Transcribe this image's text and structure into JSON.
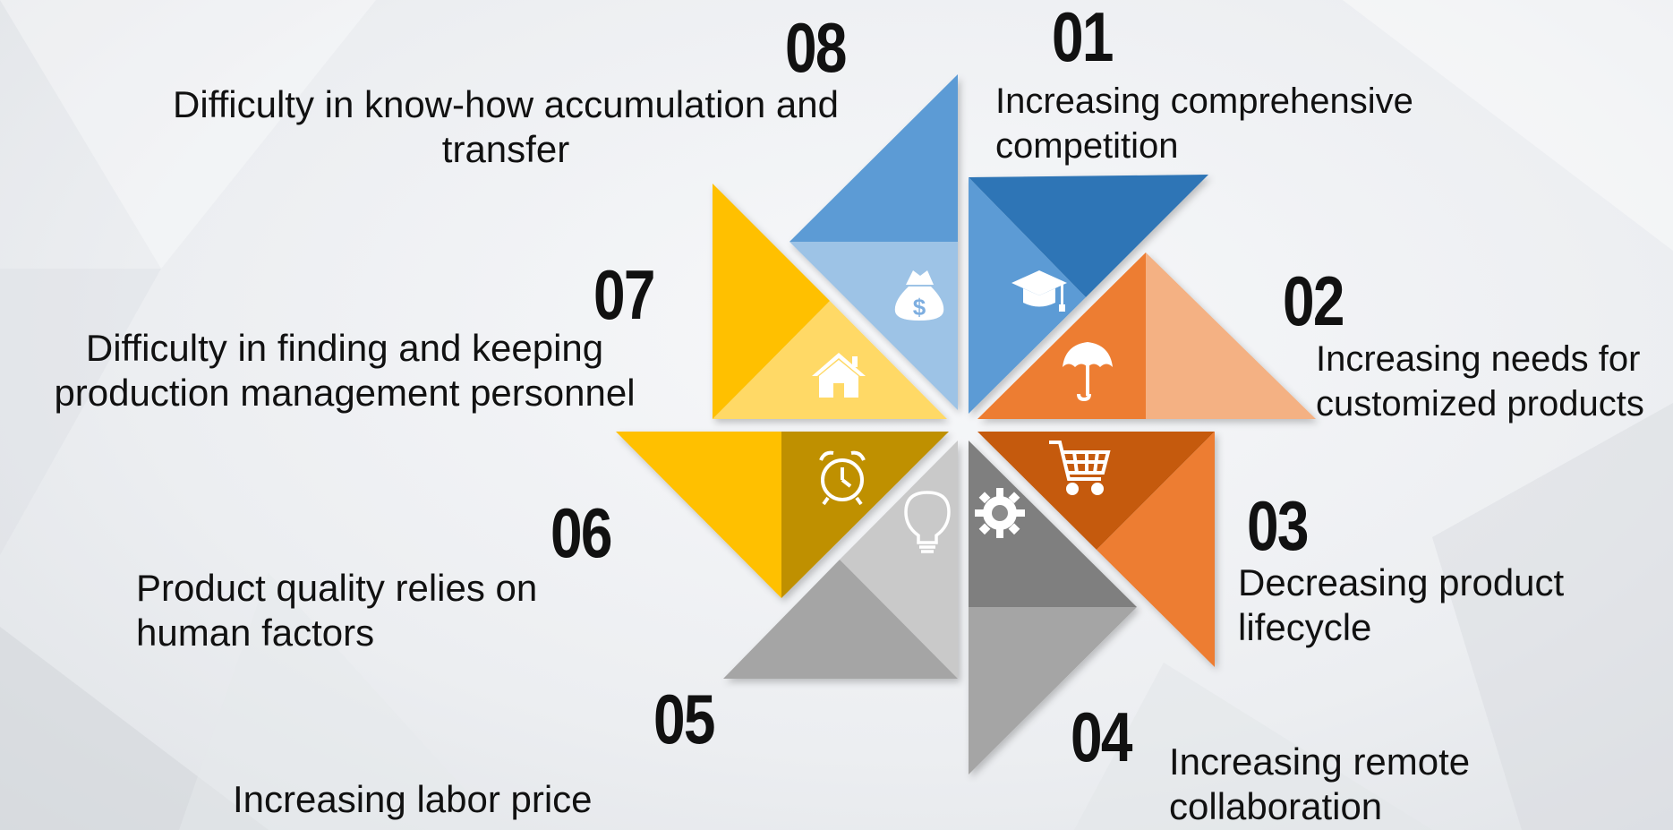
{
  "items": [
    {
      "num": "01",
      "line1": "Increasing comprehensive",
      "line2": "competition",
      "icon": "graduation-cap-icon",
      "color": "#2e75b6"
    },
    {
      "num": "02",
      "line1": "Increasing needs for",
      "line2": "customized products",
      "icon": "umbrella-icon",
      "color": "#ed7d31"
    },
    {
      "num": "03",
      "line1": "Decreasing product",
      "line2": "lifecycle",
      "icon": "shopping-cart-icon",
      "color": "#c55a11"
    },
    {
      "num": "04",
      "line1": "Increasing remote",
      "line2": "collaboration",
      "icon": "gear-icon",
      "color": "#7f7f7f"
    },
    {
      "num": "05",
      "line1": "Increasing labor price",
      "line2": "",
      "icon": "lightbulb-icon",
      "color": "#a5a5a5"
    },
    {
      "num": "06",
      "line1": "Product quality relies on",
      "line2": "human factors",
      "icon": "alarm-clock-icon",
      "color": "#bf9000"
    },
    {
      "num": "07",
      "line1": "Difficulty in finding and keeping",
      "line2": "production management personnel",
      "icon": "house-icon",
      "color": "#ffc000"
    },
    {
      "num": "08",
      "line1": "Difficulty in know-how accumulation and",
      "line2": "transfer",
      "icon": "money-bag-icon",
      "color": "#5b9bd5"
    }
  ]
}
